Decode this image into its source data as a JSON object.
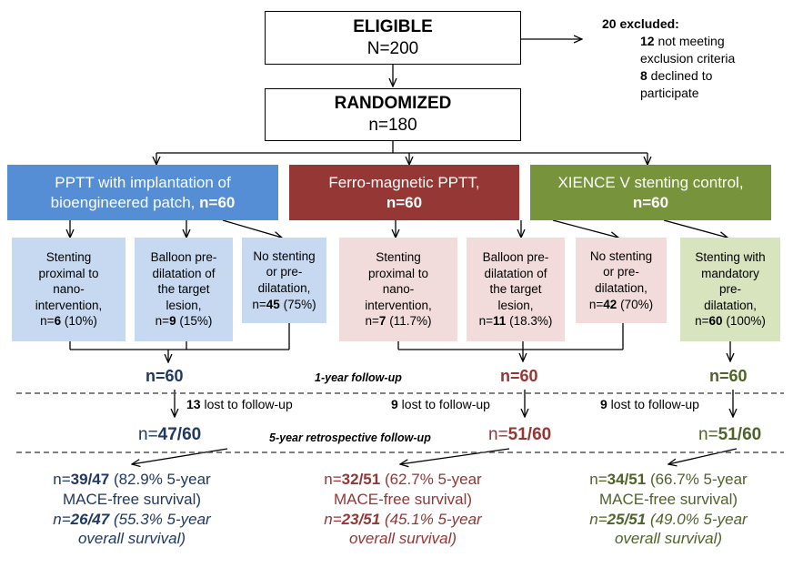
{
  "eligible": {
    "title": "ELIGIBLE",
    "n": "N=200"
  },
  "excluded": {
    "title": "20 excluded:",
    "r1_num": "12",
    "r1_text": " not meeting",
    "r1_cont": "exclusion criteria",
    "r2_num": "8",
    "r2_text": " declined to",
    "r2_cont": "participate"
  },
  "randomized": {
    "title": "RANDOMIZED",
    "n": "n=180"
  },
  "arms": [
    {
      "line1": "PPTT with implantation of",
      "line2a": "bioengineered patch, ",
      "n": "n=60"
    },
    {
      "line1": "Ferro-magnetic PPTT,",
      "n": "n=60"
    },
    {
      "line1": "XIENCE V stenting control,",
      "n": "n=60"
    }
  ],
  "subgroups": {
    "a1": {
      "l1": "Stenting",
      "l2": "proximal to",
      "l3": "nano-",
      "l4": "intervention,",
      "pre": "n=",
      "num": "6",
      "post": " (10%)"
    },
    "a2": {
      "l1": "Balloon pre-",
      "l2": "dilatation of",
      "l3": "the target",
      "l4": "lesion,",
      "pre": "n=",
      "num": "9",
      "post": " (15%)"
    },
    "a3": {
      "l1": "No stenting",
      "l2": "or pre-",
      "l3": "dilatation,",
      "pre": "n=",
      "num": "45",
      "post": " (75%)"
    },
    "b1": {
      "l1": "Stenting",
      "l2": "proximal to",
      "l3": "nano-",
      "l4": "intervention,",
      "pre": "n=",
      "num": "7",
      "post": " (11.7%)"
    },
    "b2": {
      "l1": "Balloon pre-",
      "l2": "dilatation of",
      "l3": "the target",
      "l4": "lesion,",
      "pre": "n=",
      "num": "11",
      "post": " (18.3%)"
    },
    "b3": {
      "l1": "No stenting",
      "l2": "or pre-",
      "l3": "dilatation,",
      "pre": "n=",
      "num": "42",
      "post": " (70%)"
    },
    "c1": {
      "l1": "Stenting with",
      "l2": "mandatory",
      "l3": "pre-",
      "l4": "dilatation,",
      "pre": "n=",
      "num": "60",
      "post": " (100%)"
    }
  },
  "followup1": {
    "label": "1-year follow-up",
    "n_a": "n=60",
    "n_b": "n=60",
    "n_c": "n=60"
  },
  "lost": {
    "a_num": "13",
    "a_text": " lost to follow-up",
    "b_num": "9",
    "b_text": " lost to follow-up",
    "c_num": "9",
    "c_text": " lost to follow-up"
  },
  "followup5": {
    "label": "5-year retrospective follow-up",
    "a_pre": "n=",
    "a_val": "47/60",
    "b_pre": "n=",
    "b_val": "51/60",
    "c_pre": "n=",
    "c_val": "51/60"
  },
  "outcomes": {
    "a": {
      "m_pre": "n=",
      "m_val": "39/47",
      "m_post": " (82.9% 5-year",
      "m_l2": "MACE-free survival)",
      "o_pre": "n=",
      "o_val": "26/47",
      "o_post": " (55.3% 5-year",
      "o_l2": "overall survival)"
    },
    "b": {
      "m_pre": "n=",
      "m_val": "32/51",
      "m_post": " (62.7% 5-year",
      "m_l2": "MACE-free survival)",
      "o_pre": "n=",
      "o_val": "23/51",
      "o_post": " (45.1% 5-year",
      "o_l2": "overall survival)"
    },
    "c": {
      "m_pre": "n=",
      "m_val": "34/51",
      "m_post": " (66.7% 5-year",
      "m_l2": "MACE-free survival)",
      "o_pre": "n=",
      "o_val": "25/51",
      "o_post": " (49.0% 5-year",
      "o_l2": "overall survival)"
    }
  },
  "colors": {
    "arm1_fill": "#558ed5",
    "arm2_fill": "#953735",
    "arm3_fill": "#77933c",
    "sub1_fill": "#c6d9f1",
    "sub2_fill": "#f2dcdb",
    "sub3_fill": "#d7e4bd",
    "text1": "#1f3864",
    "text2": "#943634",
    "text3": "#4f6228"
  }
}
